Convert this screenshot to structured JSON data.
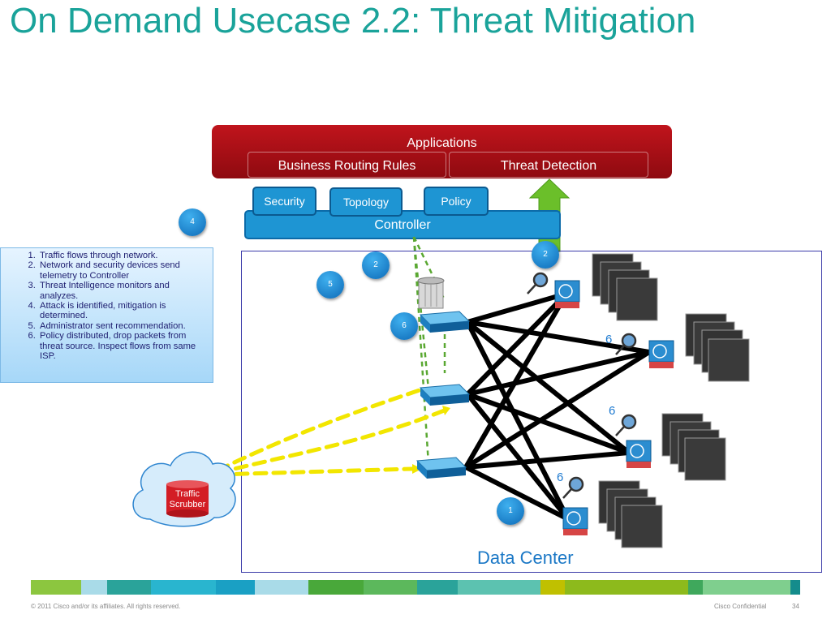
{
  "title": "On Demand Usecase 2.2: Threat Mitigation",
  "applications": {
    "title": "Applications",
    "business_routing": "Business Routing Rules",
    "threat_detection": "Threat Detection"
  },
  "controller": {
    "label": "Controller",
    "modules": [
      "Security",
      "Topology",
      "Policy"
    ]
  },
  "steps": [
    "Traffic flows through network.",
    "Network and security devices send telemetry to Controller",
    "Threat Intelligence monitors and analyzes.",
    "Attack is identified, mitigation is determined.",
    "Administrator sent recommendation.",
    "Policy distributed, drop packets from threat source.  Inspect flows from same ISP."
  ],
  "badges": {
    "b4": "4",
    "b2a": "2",
    "b2b": "2",
    "b5": "5",
    "b6": "6",
    "b1": "1"
  },
  "six_labels": [
    "6",
    "6",
    "6"
  ],
  "scrubber": {
    "line1": "Traffic",
    "line2": "Scrubber"
  },
  "data_center": "Data Center",
  "footer": {
    "copyright": "© 2011 Cisco and/or its affiliates. All rights reserved.",
    "confidential": "Cisco Confidential",
    "page": "34"
  },
  "colors": {
    "title": "#1aa39a",
    "applications": "#b01018",
    "controller": "#1e95d3",
    "arrow_green": "#6bbf2a",
    "dash_yellow": "#f2e600",
    "dash_green": "#5aa832"
  }
}
